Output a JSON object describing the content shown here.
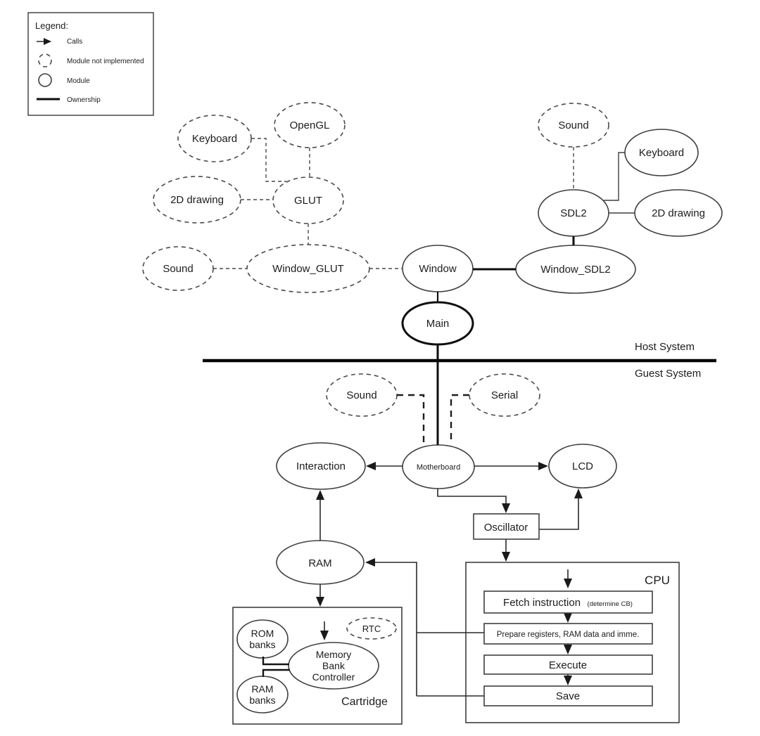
{
  "colors": {
    "background": "#ffffff",
    "line": "#3f3f3f",
    "bold_line": "#0e0e0e",
    "text": "#1c1c1c"
  },
  "legend": {
    "title": "Legend:",
    "items": [
      {
        "icon": "arrow",
        "label": "Calls"
      },
      {
        "icon": "dashed-circle",
        "label": "Module not implemented"
      },
      {
        "icon": "circle",
        "label": "Module"
      },
      {
        "icon": "thick-line",
        "label": "Ownership"
      }
    ]
  },
  "boundary": {
    "host_label": "Host System",
    "guest_label": "Guest System"
  },
  "nodes": {
    "keyboard_glut": {
      "label": "Keyboard",
      "implemented": false
    },
    "opengl": {
      "label": "OpenGL",
      "implemented": false
    },
    "drawing2d_glut": {
      "label": "2D drawing",
      "implemented": false
    },
    "glut": {
      "label": "GLUT",
      "implemented": false
    },
    "sound_glut": {
      "label": "Sound",
      "implemented": false
    },
    "window_glut": {
      "label": "Window_GLUT",
      "implemented": false
    },
    "sound_sdl2": {
      "label": "Sound",
      "implemented": false
    },
    "keyboard_sdl2": {
      "label": "Keyboard",
      "implemented": true
    },
    "sdl2": {
      "label": "SDL2",
      "implemented": true
    },
    "drawing2d_sdl2": {
      "label": "2D drawing",
      "implemented": true
    },
    "window_sdl2": {
      "label": "Window_SDL2",
      "implemented": true
    },
    "window": {
      "label": "Window",
      "implemented": true
    },
    "main": {
      "label": "Main",
      "implemented": true
    },
    "sound_guest": {
      "label": "Sound",
      "implemented": false
    },
    "serial": {
      "label": "Serial",
      "implemented": false
    },
    "motherboard": {
      "label": "Motherboard",
      "implemented": true
    },
    "interaction": {
      "label": "Interaction",
      "implemented": true
    },
    "lcd": {
      "label": "LCD",
      "implemented": true
    },
    "oscillator": {
      "label": "Oscillator",
      "implemented": true
    },
    "ram": {
      "label": "RAM",
      "implemented": true
    }
  },
  "cpu": {
    "title": "CPU",
    "steps": {
      "fetch": {
        "label": "Fetch instruction",
        "note": "(determine CB)"
      },
      "prepare": {
        "label": "Prepare registers, RAM data and imme."
      },
      "execute": {
        "label": "Execute"
      },
      "save": {
        "label": "Save"
      }
    }
  },
  "cartridge": {
    "title": "Cartridge",
    "rom_banks": {
      "line1": "ROM",
      "line2": "banks"
    },
    "ram_banks": {
      "line1": "RAM",
      "line2": "banks"
    },
    "rtc": {
      "label": "RTC",
      "implemented": false
    },
    "mbc": {
      "line1": "Memory",
      "line2": "Bank",
      "line3": "Controller"
    }
  }
}
